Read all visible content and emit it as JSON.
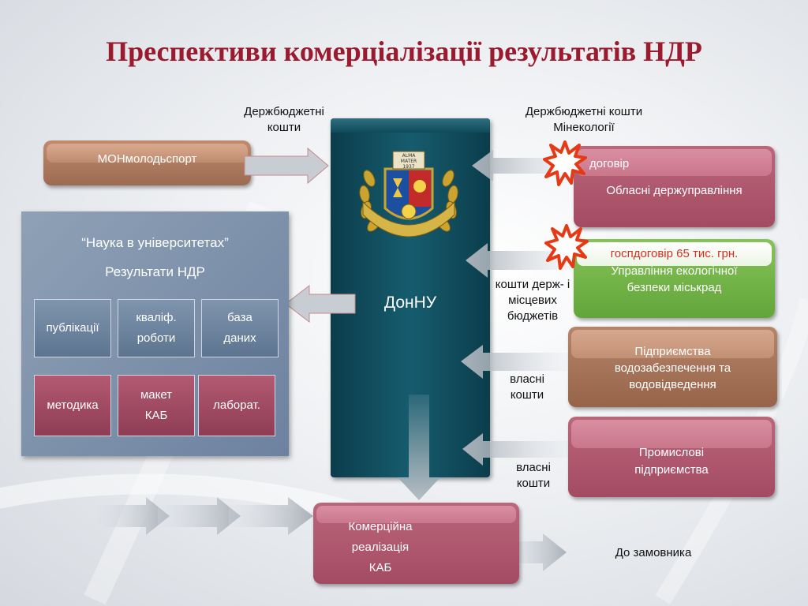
{
  "title": "Преспективи комерціалізації результатів НДР",
  "labels": {
    "derzh_left": [
      "Держбюджетні",
      "кошти"
    ],
    "derzh_right": [
      "Держбюджетні кошти",
      "Мінекології"
    ],
    "kosht_derzh": [
      "кошти держ- і",
      "місцевих",
      "бюджетів"
    ],
    "vlasni1": [
      "власні",
      "кошти"
    ],
    "vlasni2": [
      "власні",
      "кошти"
    ],
    "do_zamovnyka": "До замовника"
  },
  "center": {
    "label": "ДонНУ",
    "emblem_text": [
      "ALMA",
      "MATER",
      "1937"
    ]
  },
  "mon": {
    "label": "МОНмолодьспорт"
  },
  "right_boxes": {
    "oblast": {
      "tag": "договір",
      "label": "Обласні держуправління"
    },
    "ecology": {
      "tag": "госпдоговір 65 тис. грн.",
      "label": [
        "Управління екологічної",
        "безпеки міськрад"
      ]
    },
    "water": {
      "label": [
        "Підприємства",
        "водозабезпечення та",
        "водовідведення"
      ]
    },
    "industry": {
      "label": [
        "Промислові",
        "підприємства"
      ]
    }
  },
  "science": {
    "title": "“Наука в університетах”",
    "subtitle": "Результати НДР",
    "cells": [
      [
        "публікації"
      ],
      [
        "кваліф.",
        "роботи"
      ],
      [
        "база",
        "даних"
      ],
      [
        "методика"
      ],
      [
        "макет",
        "КАБ"
      ],
      [
        "лаборат."
      ]
    ]
  },
  "commercial": {
    "label": [
      "Комерційна",
      "реалізація",
      "КАБ"
    ]
  },
  "colors": {
    "title": "#9b1b2e",
    "center": "#0f4a5a",
    "mon": "#b07d62",
    "pink": "#b2596e",
    "green": "#7cbd4e",
    "brown": "#b07d62",
    "burst": "#e53a15",
    "tag_red": "#d5301f"
  }
}
